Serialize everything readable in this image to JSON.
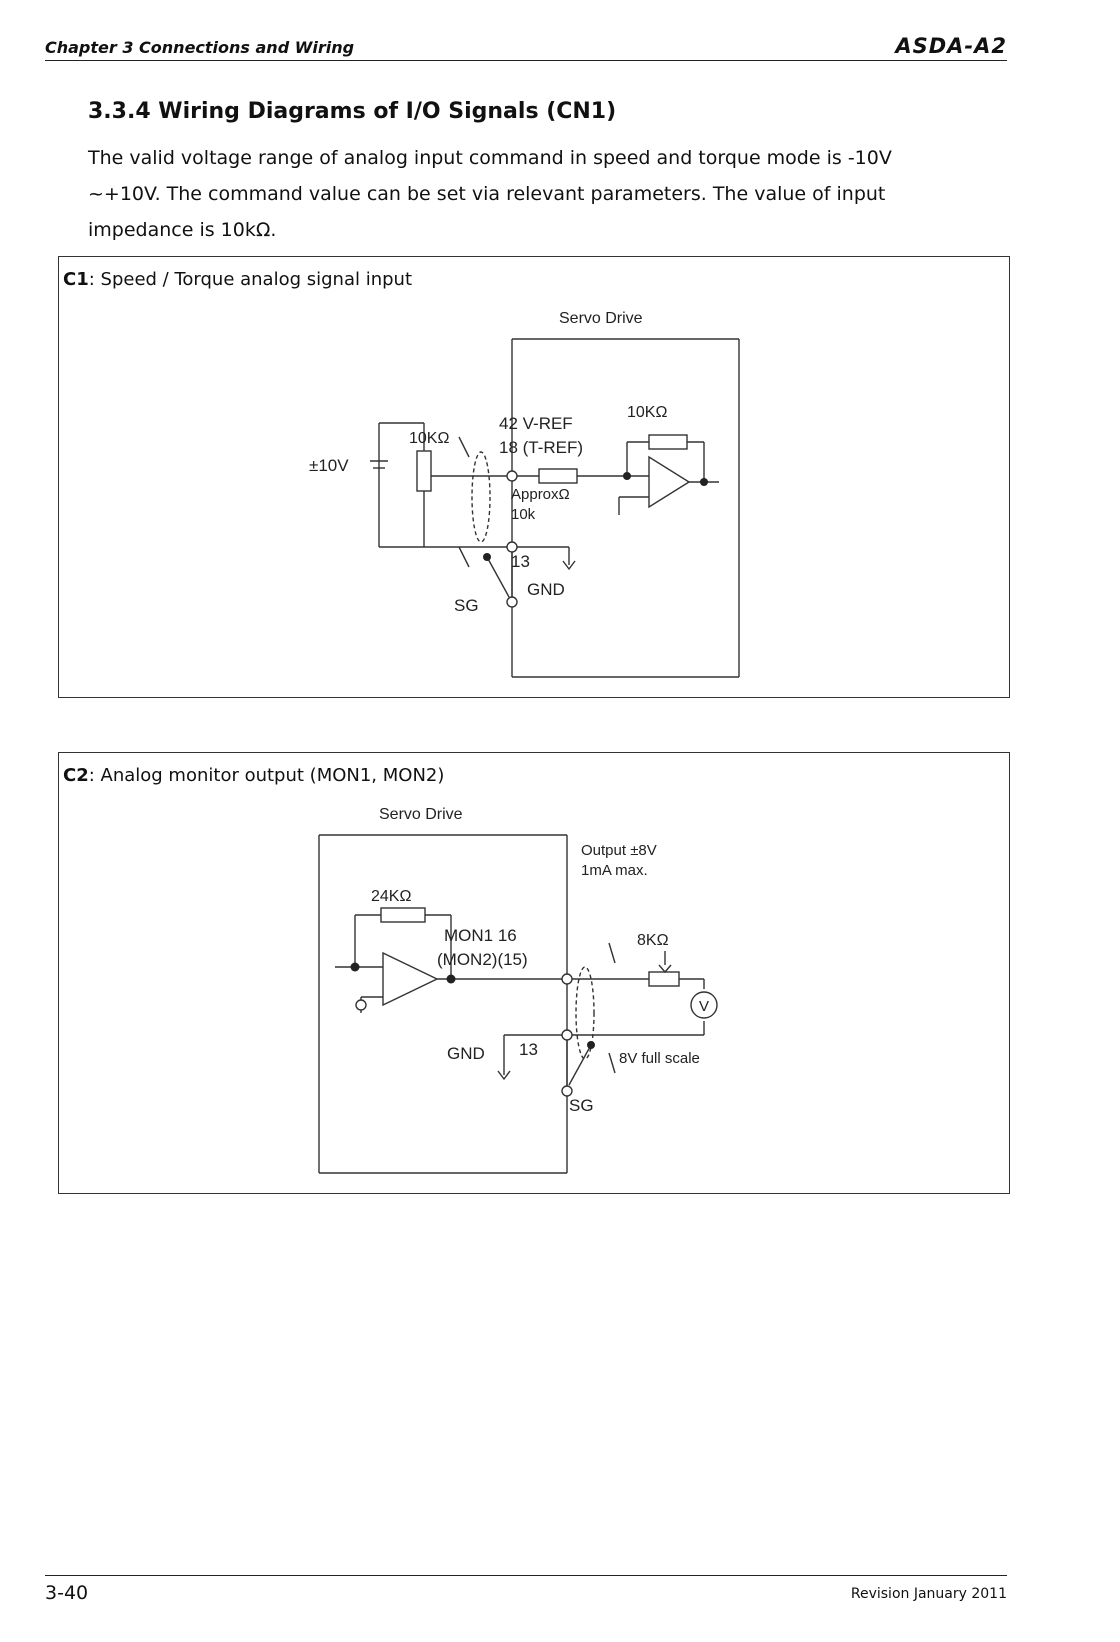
{
  "header": {
    "chapter": "Chapter 3  Connections and Wiring",
    "brand": "ASDA-A2"
  },
  "section": {
    "title": "3.3.4  Wiring Diagrams of I/O Signals (CN1)",
    "intro": "The valid voltage range of analog input command in speed and torque mode is -10V ~+10V. The command value can be set via relevant parameters. The value of input impedance is 10kΩ."
  },
  "c1": {
    "tag": "C1",
    "caption": ": Speed / Torque analog signal input",
    "labels": {
      "servo_drive": "Servo Drive",
      "voltage": "±10V",
      "pot": "10KΩ",
      "vref": "42 V-REF",
      "tref": "18 (T-REF)",
      "feedback": "10KΩ",
      "approx1": "ApproxΩ",
      "approx2": "10k",
      "pin13": "13",
      "gnd": "GND",
      "sg": "SG"
    }
  },
  "c2": {
    "tag": "C2",
    "caption": ": Analog monitor output (MON1, MON2)",
    "labels": {
      "servo_drive": "Servo Drive",
      "feedback": "24KΩ",
      "mon1": "MON1  16",
      "mon2": "(MON2)(15)",
      "output1": "Output ±8V",
      "output2": "1mA max.",
      "pot": "8KΩ",
      "meter": "V",
      "gnd": "GND",
      "pin13": "13",
      "scale": "8V full scale",
      "sg": "SG"
    }
  },
  "footer": {
    "page": "3-40",
    "revision": "Revision January 2011"
  }
}
